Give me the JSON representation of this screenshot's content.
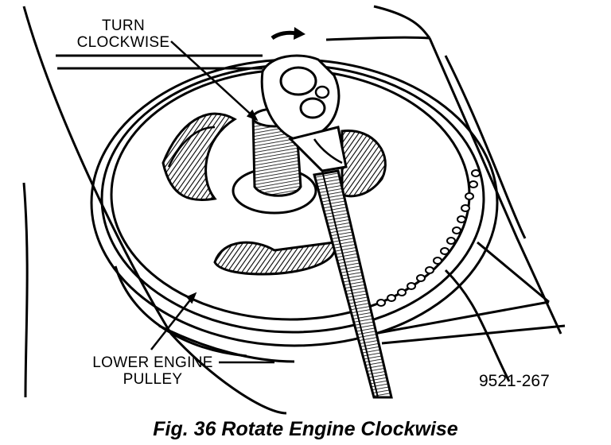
{
  "labels": {
    "turn_line1": "TURN",
    "turn_line2": "CLOCKWISE",
    "pulley_line1": "LOWER ENGINE",
    "pulley_line2": "PULLEY"
  },
  "figure_id": "9521-267",
  "caption": "Fig. 36 Rotate Engine Clockwise",
  "colors": {
    "ink": "#000000",
    "paper": "#ffffff"
  }
}
